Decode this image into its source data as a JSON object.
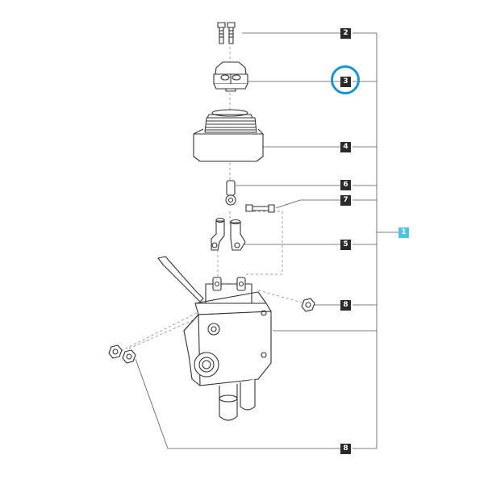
{
  "diagram": {
    "callouts": {
      "c2": "2",
      "c3": "3",
      "c4": "4",
      "c6": "6",
      "c7": "7",
      "c5": "5",
      "c8a": "8",
      "c8b": "8",
      "c1": "1"
    },
    "highlighted_callout": "3",
    "colors": {
      "line": "#333333",
      "leader": "#555555",
      "callout_bg": "#2a2a2a",
      "assembly_bg": "#4fc3e0",
      "highlight": "#1a96cf"
    }
  }
}
